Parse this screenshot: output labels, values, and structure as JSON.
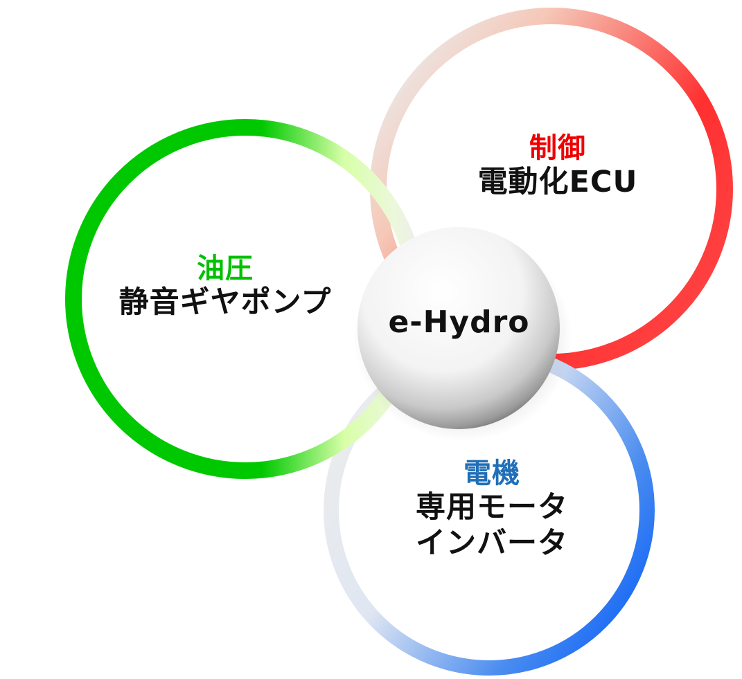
{
  "center": {
    "label": "e-Hydro"
  },
  "segments": [
    {
      "id": "hydraulics",
      "category": "油圧",
      "items": [
        "静音ギヤポンプ"
      ],
      "color": "#00c800",
      "fade_color": "#e4ffb4"
    },
    {
      "id": "control",
      "category": "制御",
      "items": [
        "電動化ECU"
      ],
      "color": "#ff0000",
      "fade_color": "#f6c8b4"
    },
    {
      "id": "electric",
      "category": "電機",
      "items": [
        "専用モータ",
        "インバータ"
      ],
      "color": "#0060ff",
      "fade_color": "#e8eef8",
      "category_color": "#1f6fb8"
    }
  ]
}
